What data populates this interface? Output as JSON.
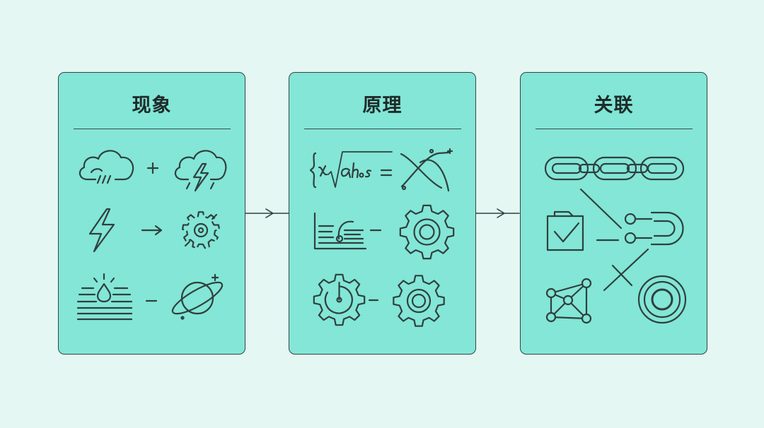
{
  "panels": [
    {
      "title": "现象",
      "icons": [
        "cloud-rain-icon",
        "plus-icon",
        "cloud-lightning-icon",
        "lightning-bolt-icon",
        "arrow-right-icon",
        "broken-gear-icon",
        "water-drop-icon",
        "minus-icon",
        "planet-icon"
      ]
    },
    {
      "title": "原理",
      "icons": [
        "formula-icon",
        "crossing-curves-icon",
        "chart-icon",
        "minus-icon",
        "gear-icon",
        "gauge-gear-icon",
        "minus-icon",
        "gear-icon"
      ]
    },
    {
      "title": "关联",
      "icons": [
        "chain-icon",
        "connector-line",
        "clipboard-check-icon",
        "dash-icon",
        "node-link-icon",
        "cross-lines",
        "network-icon",
        "concentric-circles-icon"
      ]
    }
  ],
  "flow_arrows": [
    "arrow-right-icon",
    "arrow-right-icon"
  ],
  "colors": {
    "background": "#e4f7f2",
    "panel_fill": "#83e6d6",
    "stroke": "#2f403e"
  }
}
